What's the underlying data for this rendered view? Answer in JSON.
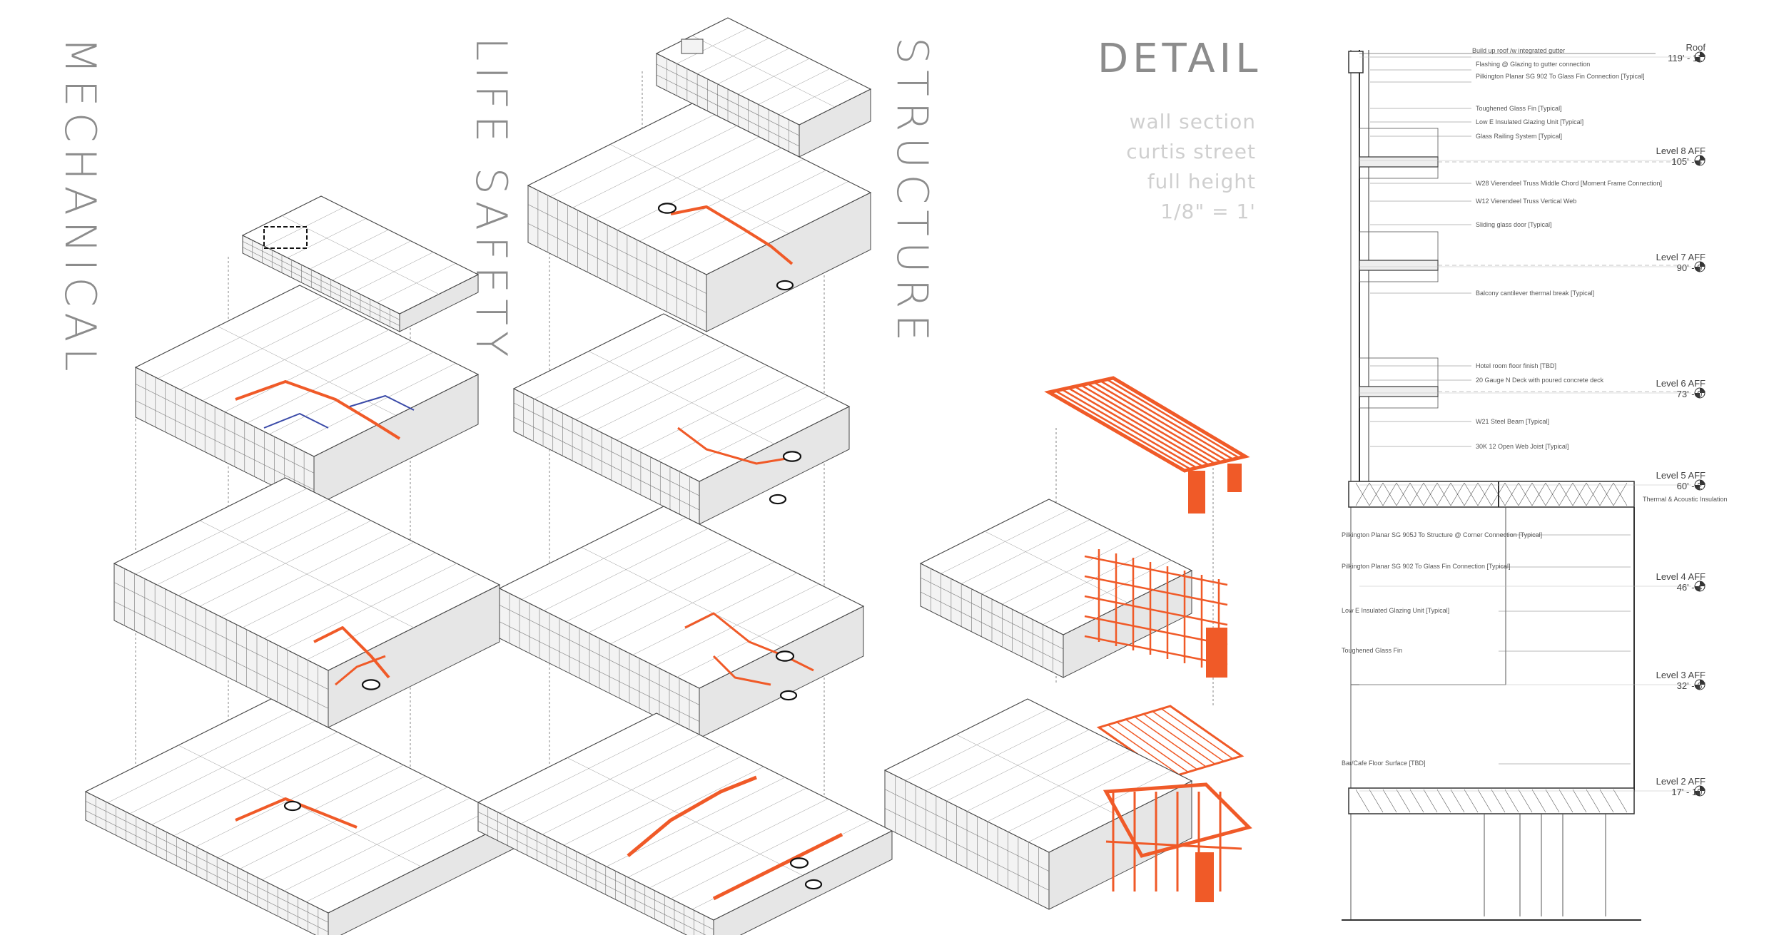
{
  "titles": {
    "mechanical": "MECHANICAL",
    "life_safety": "LIFE SAFETY",
    "structure": "STRUCTURE",
    "detail": "DETAIL"
  },
  "subtitle_lines": [
    "wall section",
    "curtis street",
    "full height",
    "1/8\" = 1'"
  ],
  "notes": [
    "Build up roof /w integrated gutter",
    "Flashing @ Glazing to  gutter connection",
    "Pilkington Planar SG 902 To Glass Fin Connection [Typical]",
    "Toughened Glass Fin [Typical]",
    "Low E Insulated Glazing Unit [Typical]",
    "Glass Railing System [Typical]",
    "W28 Vierendeel Truss Middle Chord [Moment Frame Connection]",
    "W12 Vierendeel Truss Vertical Web",
    "Sliding glass door [Typical]",
    "Balcony cantilever thermal break [Typical]",
    "Hotel room floor finish [TBD]",
    "20 Gauge N Deck with poured concrete deck",
    "W21 Steel Beam [Typical]",
    "30K 12 Open Web Joist [Typical]",
    "Pilkington Planar SG 905J To Structure @ Corner Connection [Typical]",
    "Pilkington Planar SG 902 To Glass Fin Connection [Typical]",
    "Low E Insulated Glazing Unit [Typical]",
    "Toughened Glass Fin",
    "Bar/Cafe Floor Surface [TBD]"
  ],
  "levels": [
    {
      "name": "Roof",
      "elev": "119' - 11\""
    },
    {
      "name": "Level 8 AFF",
      "elev": "105' - 4\""
    },
    {
      "name": "Level 7 AFF",
      "elev": "90' - 9\""
    },
    {
      "name": "Level 6 AFF",
      "elev": "73' - 0\""
    },
    {
      "name": "Level 5 AFF",
      "elev": "60' - 2\""
    },
    {
      "name": "Level 4 AFF",
      "elev": "46' - 4\""
    },
    {
      "name": "Level 3 AFF",
      "elev": "32' - 6\""
    },
    {
      "name": "Level 2 AFF",
      "elev": "17' - 10\""
    }
  ],
  "insulation_note": "Thermal & Acoustic Insulation",
  "colors": {
    "accent": "#f05a28",
    "mech_blue": "#3a4aa8",
    "line": "#444444",
    "title": "#8c8c8c",
    "subtitle": "#cfcfcf"
  }
}
